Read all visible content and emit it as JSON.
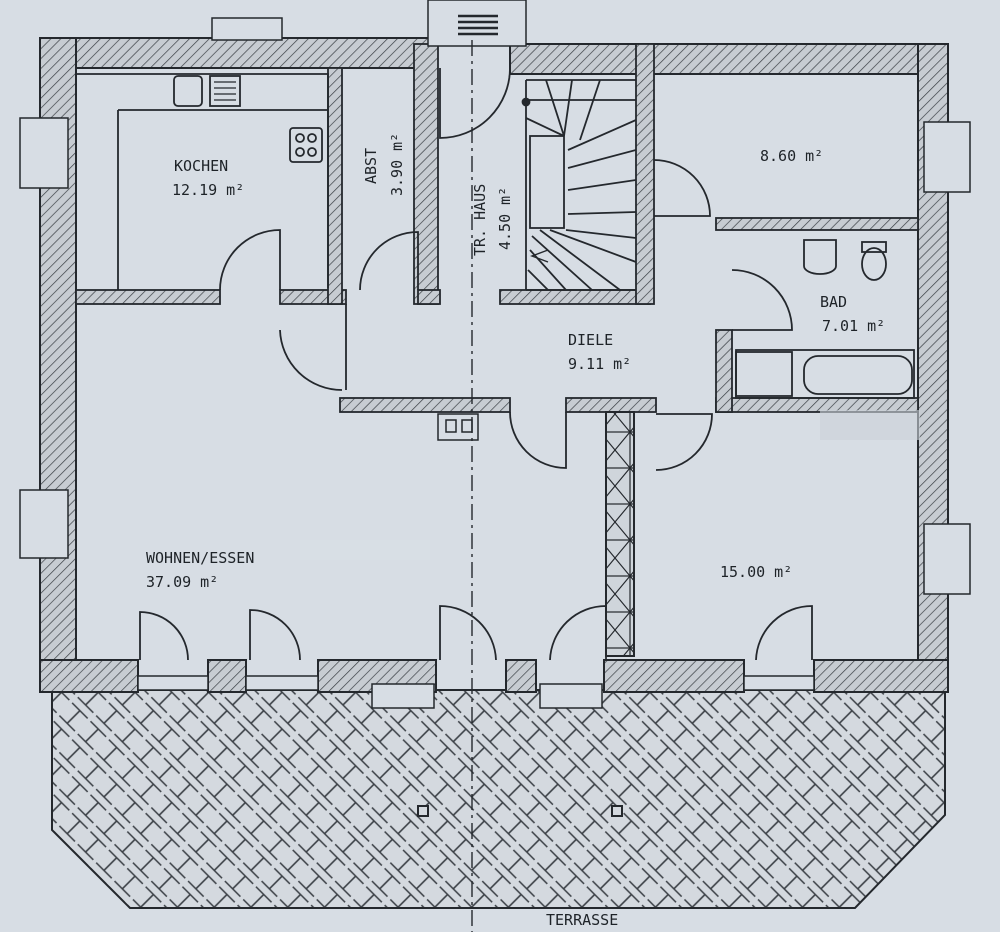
{
  "rooms": {
    "kochen": {
      "name": "KOCHEN",
      "area": "12.19 m²"
    },
    "abst": {
      "name": "ABST",
      "area": "3.90 m²"
    },
    "treppenhaus": {
      "name": "TR. HAUS",
      "area": "4.50 m²"
    },
    "zimmer_ne": {
      "area": "8.60 m²"
    },
    "bad": {
      "name": "BAD",
      "area": "7.01 m²"
    },
    "diele": {
      "name": "DIELE",
      "area": "9.11 m²"
    },
    "wohnen": {
      "name": "WOHNEN/ESSEN",
      "area": "37.09 m²"
    },
    "zimmer_se": {
      "area": "15.00 m²"
    },
    "terrasse": {
      "name": "TERRASSE"
    }
  },
  "colors": {
    "paper": "#d7dde4",
    "ink": "#24282d",
    "wall_fill": "#bfc5cc"
  }
}
